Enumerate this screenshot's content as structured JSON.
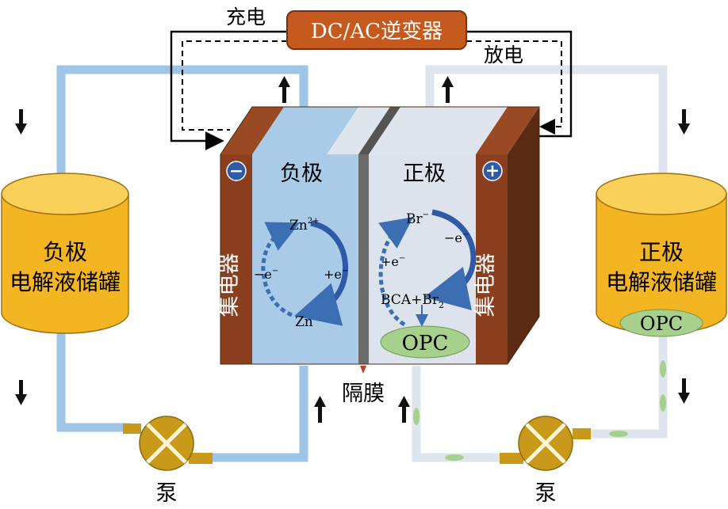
{
  "inverter": {
    "label": "DC/AC逆变器"
  },
  "labels": {
    "charge": "充电",
    "discharge": "放电",
    "negative_electrode": "负极",
    "positive_electrode": "正极",
    "collector_left": "集电器",
    "collector_right": "集电器",
    "membrane": "隔膜",
    "pump_left": "泵",
    "pump_right": "泵",
    "minus_sign": "−",
    "plus_sign": "+"
  },
  "tanks": {
    "left": {
      "line1": "负极",
      "line2": "电解液储罐"
    },
    "right": {
      "line1": "正极",
      "line2": "电解液储罐",
      "badge": "OPC"
    }
  },
  "reactions": {
    "zn_ion": "Zn",
    "zn_ion_charge": "2+",
    "zn_metal": "Zn",
    "neg_minus_e": "−e",
    "neg_plus_e": "+e",
    "br_ion": "Br",
    "pos_minus_e": "−e",
    "pos_plus_e": "+e",
    "bca_br2": "BCA+Br",
    "bca_sub": "2",
    "opc_cell": "OPC"
  },
  "colors": {
    "neg_pipe": "#9ec5e6",
    "pos_pipe": "#dfe5ed",
    "tank_yellow": "#f4b522",
    "collector_brown": "#8b3f1f",
    "inverter_orange": "#c65a1e",
    "pump_gold": "#c99a1a",
    "opc_green": "#a8d08d",
    "membrane_gray": "#6b6b6b"
  }
}
